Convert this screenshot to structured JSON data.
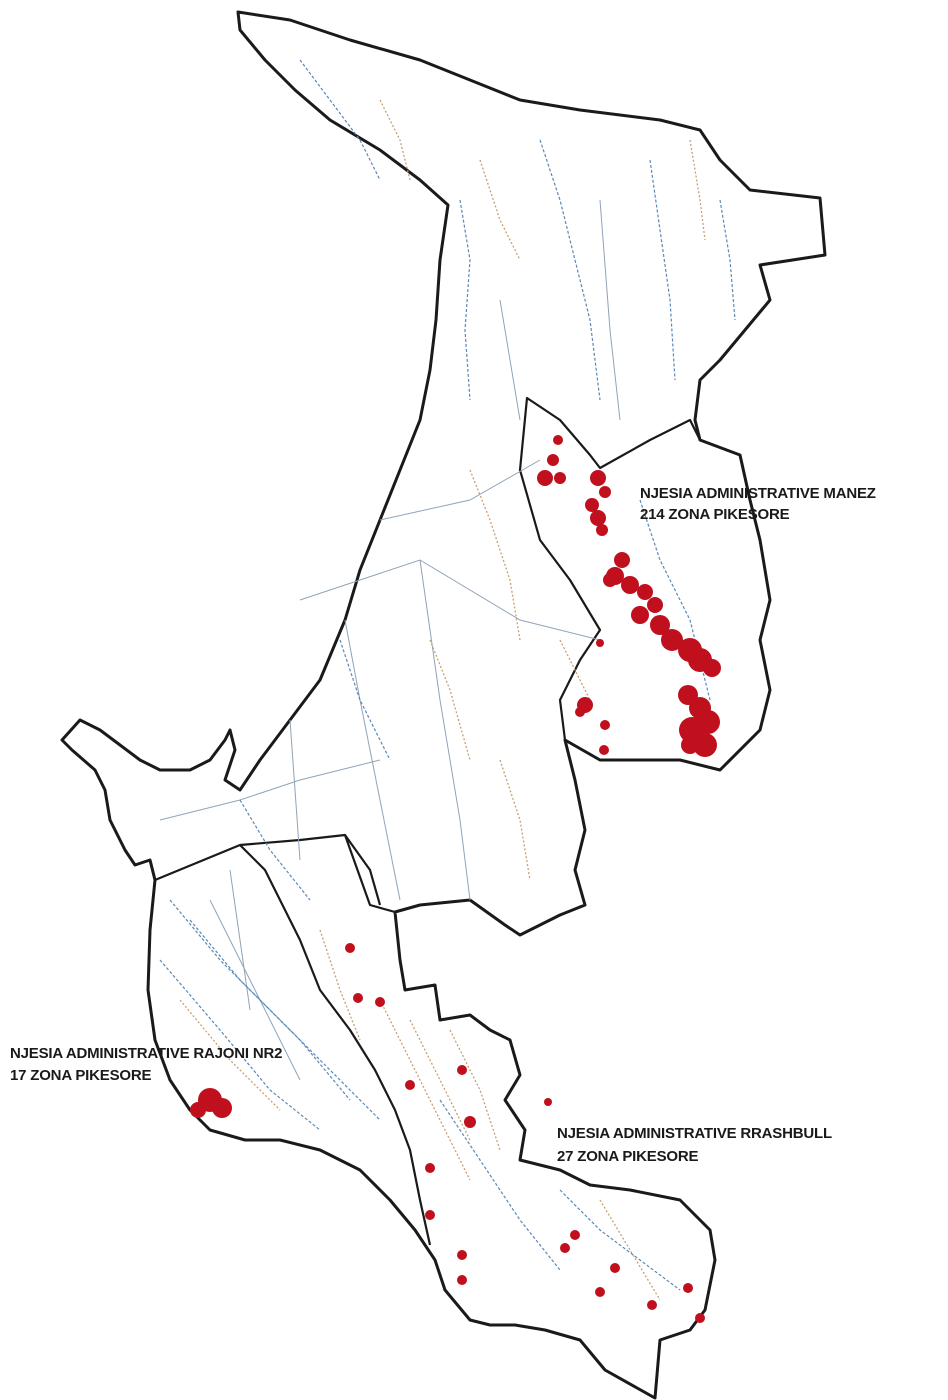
{
  "colors": {
    "boundary": "#1a1a1a",
    "hazard_zone": "#c0101e",
    "stream_blue": "#5a88b5",
    "stream_orange": "#c8a070",
    "background": "#ffffff"
  },
  "labels": {
    "manez": {
      "line1": "NJESIA ADMINISTRATIVE MANEZ",
      "line2": "214 ZONA PIKESORE"
    },
    "rajoni_nr2": {
      "line1": "NJESIA ADMINISTRATIVE RAJONI NR2",
      "line2": "17 ZONA PIKESORE"
    },
    "rrashbull": {
      "line1": "NJESIA ADMINISTRATIVE RRASHBULL",
      "line2": "27 ZONA PIKESORE"
    }
  }
}
